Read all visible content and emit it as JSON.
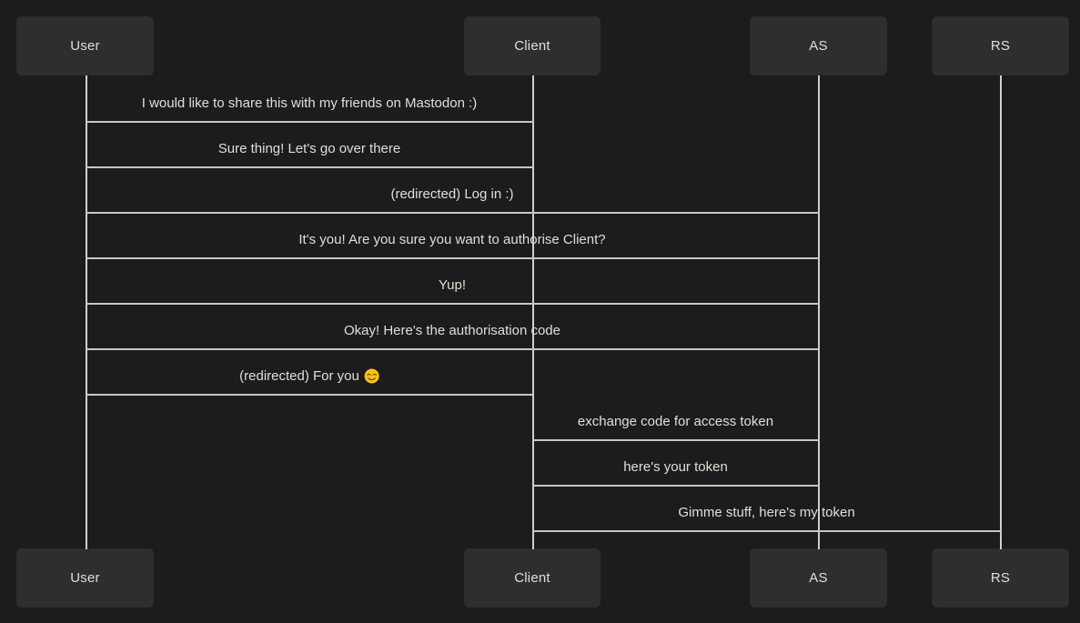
{
  "diagram": {
    "type": "sequence",
    "theme": {
      "background": "#1c1c1e",
      "actor_box_fill": "#2e2e30",
      "line_color": "#c6c6c6",
      "lifeline_color": "#cfcfcf",
      "text_color": "#e2ddd5",
      "emoji_face_color": "#fcc21b"
    },
    "actors": [
      {
        "id": "user",
        "label": "User"
      },
      {
        "id": "client",
        "label": "Client"
      },
      {
        "id": "as",
        "label": "AS"
      },
      {
        "id": "rs",
        "label": "RS"
      }
    ],
    "messages": [
      {
        "from": "user",
        "to": "client",
        "label": "I would like to share this with my friends on Mastodon :)"
      },
      {
        "from": "client",
        "to": "user",
        "label": "Sure thing! Let's go over there"
      },
      {
        "from": "user",
        "to": "as",
        "label": "(redirected) Log in :)"
      },
      {
        "from": "as",
        "to": "user",
        "label": "It's you! Are you sure you want to authorise Client?"
      },
      {
        "from": "user",
        "to": "as",
        "label": "Yup!"
      },
      {
        "from": "as",
        "to": "user",
        "label": "Okay! Here's the authorisation code"
      },
      {
        "from": "user",
        "to": "client",
        "label": "(redirected) For you",
        "emoji": "😊",
        "emoji_name": "smiling-face-with-smiling-eyes"
      },
      {
        "from": "client",
        "to": "as",
        "label": "exchange code for access token"
      },
      {
        "from": "as",
        "to": "client",
        "label": "here's your token"
      },
      {
        "from": "client",
        "to": "rs",
        "label": "Gimme stuff, here's my token"
      }
    ]
  }
}
